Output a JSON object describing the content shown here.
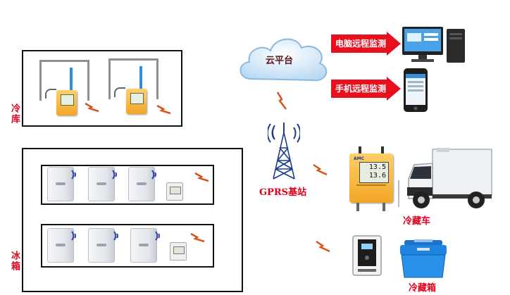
{
  "cloud": {
    "label": "云平台"
  },
  "remote": {
    "pc_label": "电脑远程监测",
    "phone_label": "手机远程监测"
  },
  "tower": {
    "label": "GPRS基站"
  },
  "groups": {
    "cold_storage": "冷库",
    "freezer": "冰箱"
  },
  "devices": {
    "truck_label": "冷藏车",
    "cooler_label": "冷藏箱",
    "logger_brand": "AMC",
    "logger_line1": "13.5",
    "logger_line2": "13.6"
  },
  "colors": {
    "accent": "#e0001b",
    "signal": "#d9541c",
    "wifi": "#2b3fa6"
  }
}
